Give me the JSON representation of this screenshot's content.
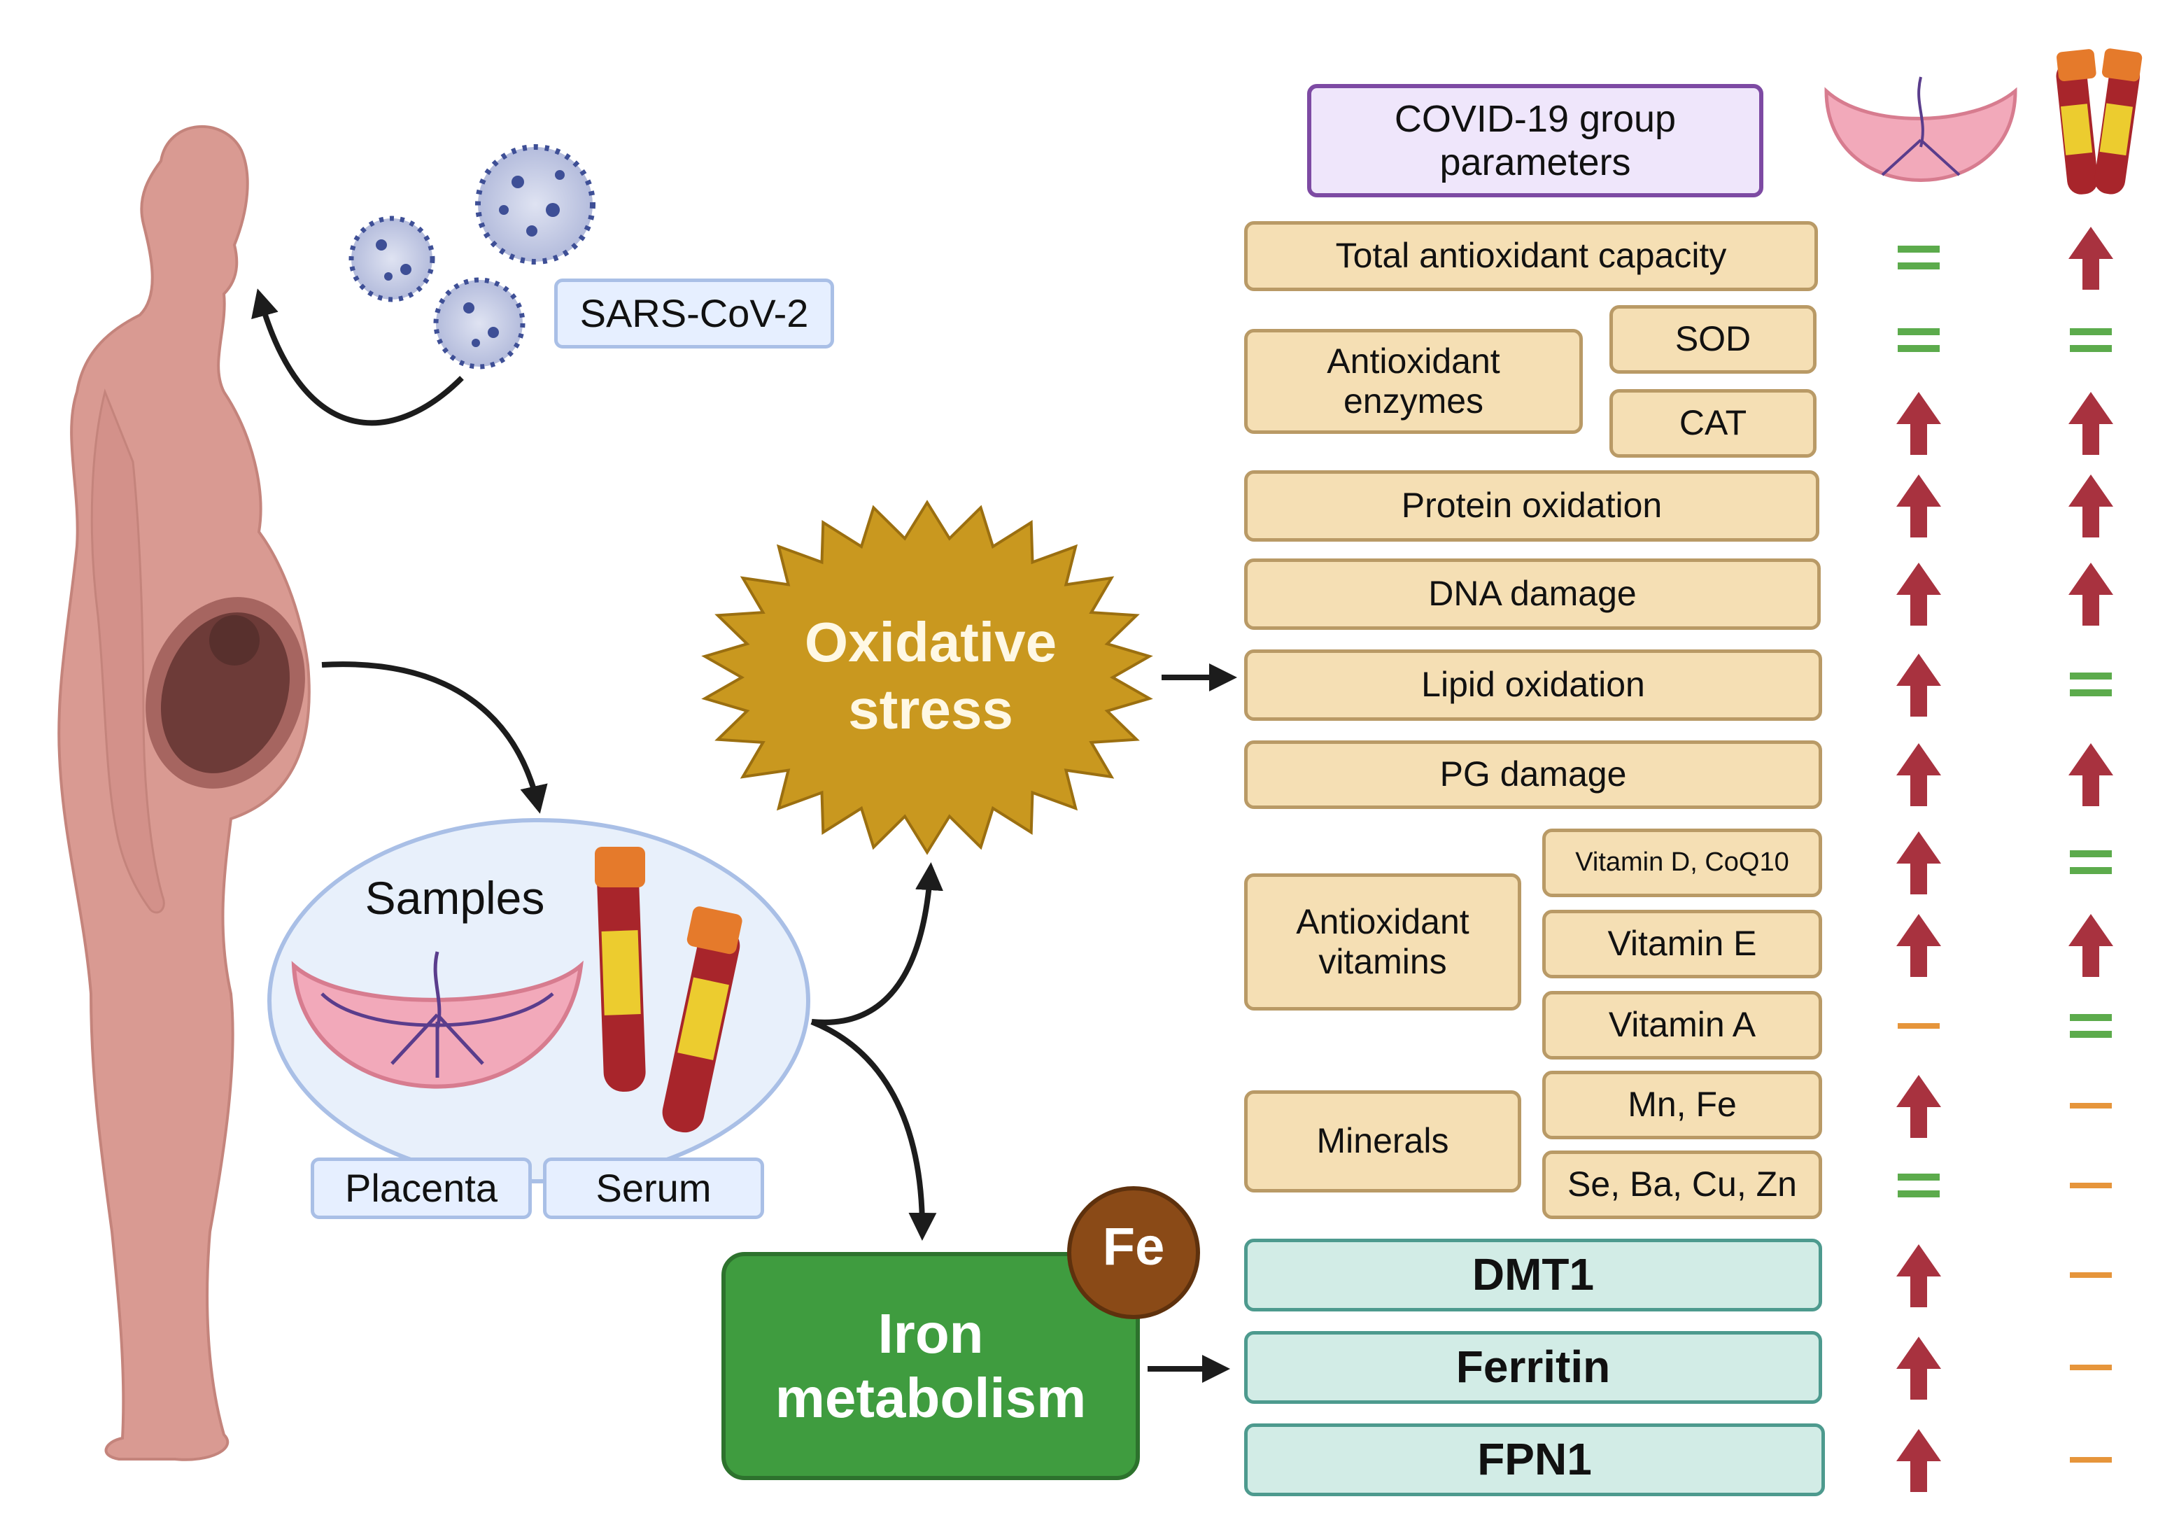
{
  "header": {
    "title": "COVID-19 group parameters"
  },
  "virus_label": "SARS-CoV-2",
  "samples": {
    "title": "Samples",
    "labels": [
      "Placenta",
      "Serum"
    ]
  },
  "oxidative_stress": "Oxidative stress",
  "iron": {
    "title": "Iron metabolism",
    "badge": "Fe"
  },
  "groups": {
    "antioxidant_enzymes": "Antioxidant enzymes",
    "antioxidant_vitamins": "Antioxidant vitamins",
    "minerals": "Minerals"
  },
  "parameters": [
    {
      "name": "Total antioxidant capacity",
      "placenta": "equal",
      "serum": "up"
    },
    {
      "name": "SOD",
      "placenta": "equal",
      "serum": "equal"
    },
    {
      "name": "CAT",
      "placenta": "up",
      "serum": "up"
    },
    {
      "name": "Protein oxidation",
      "placenta": "up",
      "serum": "up"
    },
    {
      "name": "DNA damage",
      "placenta": "up",
      "serum": "up"
    },
    {
      "name": "Lipid oxidation",
      "placenta": "up",
      "serum": "equal"
    },
    {
      "name": "PG damage",
      "placenta": "up",
      "serum": "up"
    },
    {
      "name": "Vitamin D, CoQ10",
      "placenta": "up",
      "serum": "equal"
    },
    {
      "name": "Vitamin E",
      "placenta": "up",
      "serum": "up"
    },
    {
      "name": "Vitamin A",
      "placenta": "dash",
      "serum": "equal"
    },
    {
      "name": "Mn, Fe",
      "placenta": "up",
      "serum": "dash"
    },
    {
      "name": "Se, Ba, Cu, Zn",
      "placenta": "equal",
      "serum": "dash"
    }
  ],
  "iron_parameters": [
    {
      "name": "DMT1",
      "placenta": "up",
      "serum": "dash"
    },
    {
      "name": "Ferritin",
      "placenta": "up",
      "serum": "dash"
    },
    {
      "name": "FPN1",
      "placenta": "up",
      "serum": "dash"
    }
  ],
  "colors": {
    "up_arrow": "#a8323f",
    "equal": "#5cab4c",
    "dash": "#e6953b",
    "oxidative_star": "#c9981f",
    "iron_box": "#3f9c3f",
    "fe_badge": "#8a4a17",
    "woman": "#d99a92"
  },
  "icons": {
    "column_placenta": "placenta-icon",
    "column_serum": "serum-tube-icon",
    "up": "up-arrow-icon",
    "equal": "equal-sign-icon",
    "dash": "dash-icon"
  }
}
